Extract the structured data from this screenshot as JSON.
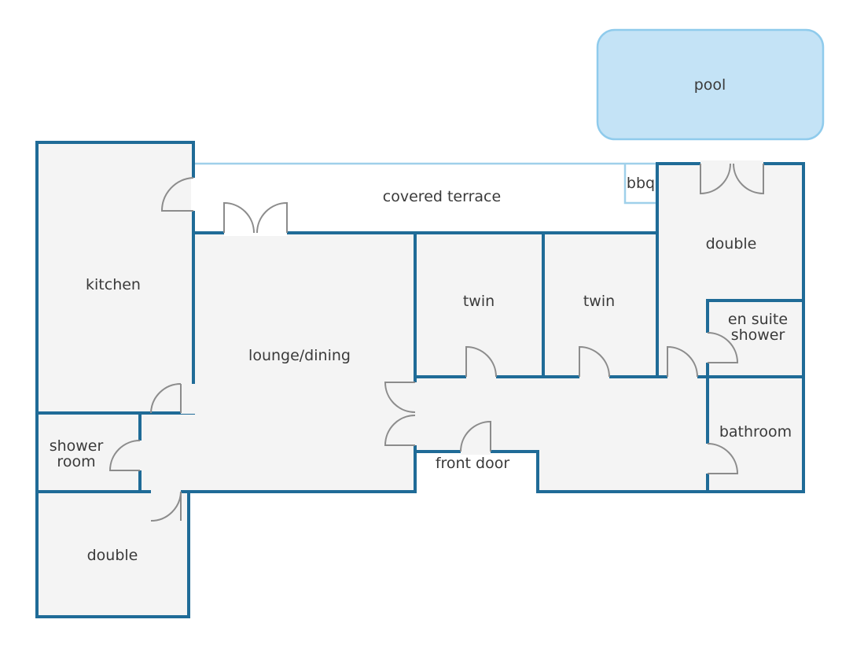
{
  "rooms": {
    "pool": "pool",
    "covered_terrace": "covered terrace",
    "bbq": "bbq",
    "kitchen": "kitchen",
    "lounge_dining": "lounge/dining",
    "twin_1": "twin",
    "twin_2": "twin",
    "double_right": "double",
    "en_suite_line1": "en suite",
    "en_suite_line2": "shower",
    "bathroom": "bathroom",
    "shower_room_line1": "shower",
    "shower_room_line2": "room",
    "front_door": "front door",
    "double_left": "double"
  },
  "colors": {
    "wall": "#1f6b97",
    "floor": "#f4f4f4",
    "terrace_outline": "#9fd0ea",
    "pool_fill": "#c4e3f6",
    "door": "#8c8c8c"
  }
}
